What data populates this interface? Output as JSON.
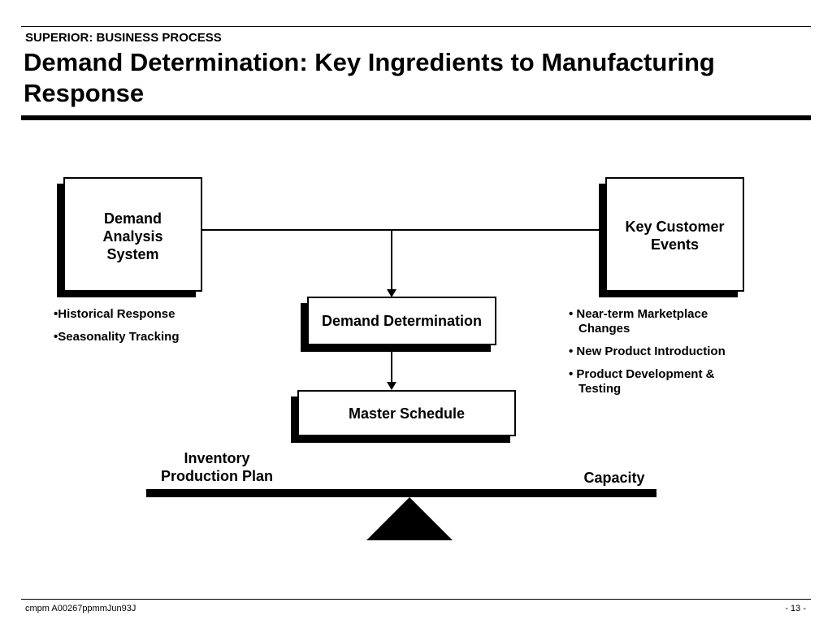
{
  "header": {
    "kicker": "SUPERIOR: BUSINESS PROCESS",
    "title": "Demand Determination: Key Ingredients to Manufacturing Response"
  },
  "diagram": {
    "demand_analysis_box": "Demand Analysis System",
    "key_customer_box": "Key Customer Events",
    "demand_determination_box": "Demand Determination",
    "master_schedule_box": "Master Schedule",
    "left_bullets": [
      "•Historical Response",
      "•Seasonality Tracking"
    ],
    "right_bullets": [
      "• Near-term Marketplace Changes",
      "• New Product Introduction",
      "• Product Development & Testing"
    ],
    "balance_left_label": "Inventory Production Plan",
    "balance_right_label": "Capacity"
  },
  "footer": {
    "left": "cmpm A00267ppmmJun93J",
    "right": "- 13 -"
  }
}
